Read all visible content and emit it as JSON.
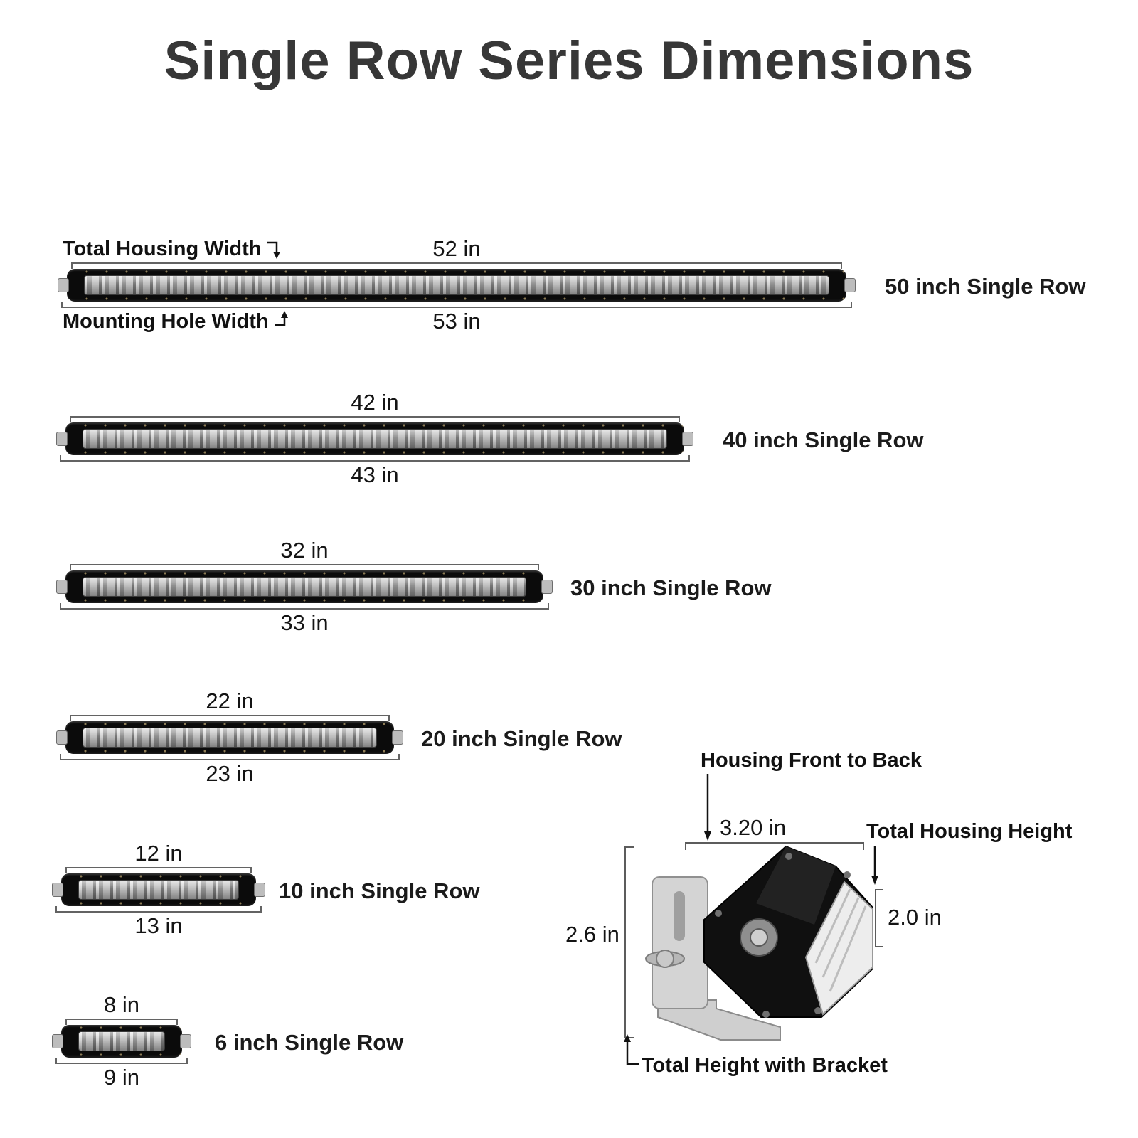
{
  "title": "Single Row Series Dimensions",
  "annotations": {
    "total_housing_width": "Total Housing Width",
    "mounting_hole_width": "Mounting Hole Width"
  },
  "bars": [
    {
      "name": "50 inch Single Row",
      "housing_width": "52 in",
      "mounting_width": "53 in"
    },
    {
      "name": "40 inch Single Row",
      "housing_width": "42 in",
      "mounting_width": "43 in"
    },
    {
      "name": "30 inch Single Row",
      "housing_width": "32 in",
      "mounting_width": "33 in"
    },
    {
      "name": "20 inch Single Row",
      "housing_width": "22 in",
      "mounting_width": "23 in"
    },
    {
      "name": "10 inch Single Row",
      "housing_width": "12 in",
      "mounting_width": "13 in"
    },
    {
      "name": "6 inch Single Row",
      "housing_width": "8 in",
      "mounting_width": "9 in"
    }
  ],
  "side_view": {
    "front_to_back_label": "Housing Front to Back",
    "front_to_back_value": "3.20 in",
    "housing_height_label": "Total Housing Height",
    "housing_height_value": "2.0 in",
    "bracket_height_value": "2.6 in",
    "bracket_height_label": "Total Height with Bracket"
  }
}
